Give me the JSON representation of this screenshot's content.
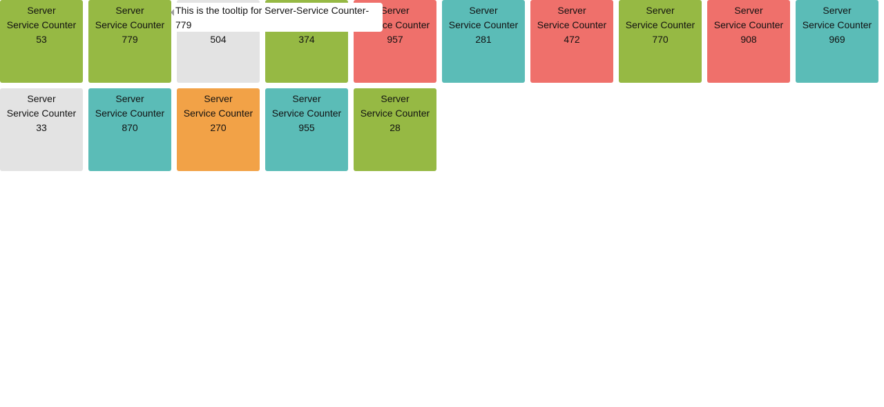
{
  "colors": {
    "green": "#96b944",
    "grey": "#e3e3e3",
    "red": "#ef706b",
    "teal": "#5bbcb7",
    "orange": "#f2a247"
  },
  "tiles": [
    {
      "line1": "Server",
      "line2": "Service Counter",
      "value": "53",
      "status": "green"
    },
    {
      "line1": "Server",
      "line2": "Service Counter",
      "value": "779",
      "status": "green"
    },
    {
      "line1": "Server",
      "line2": "Service Counter",
      "value": "504",
      "status": "grey"
    },
    {
      "line1": "Server",
      "line2": "Service Counter",
      "value": "374",
      "status": "green"
    },
    {
      "line1": "Server",
      "line2": "Service Counter",
      "value": "957",
      "status": "red"
    },
    {
      "line1": "Server",
      "line2": "Service Counter",
      "value": "281",
      "status": "teal"
    },
    {
      "line1": "Server",
      "line2": "Service Counter",
      "value": "472",
      "status": "red"
    },
    {
      "line1": "Server",
      "line2": "Service Counter",
      "value": "770",
      "status": "green"
    },
    {
      "line1": "Server",
      "line2": "Service Counter",
      "value": "908",
      "status": "red"
    },
    {
      "line1": "Server",
      "line2": "Service Counter",
      "value": "969",
      "status": "teal"
    },
    {
      "line1": "Server",
      "line2": "Service Counter",
      "value": "33",
      "status": "grey"
    },
    {
      "line1": "Server",
      "line2": "Service Counter",
      "value": "870",
      "status": "teal"
    },
    {
      "line1": "Server",
      "line2": "Service Counter",
      "value": "270",
      "status": "orange"
    },
    {
      "line1": "Server",
      "line2": "Service Counter",
      "value": "955",
      "status": "teal"
    },
    {
      "line1": "Server",
      "line2": "Service Counter",
      "value": "28",
      "status": "green"
    }
  ],
  "tooltip": {
    "text": "This is the tooltip for Server-Service Counter-779"
  }
}
